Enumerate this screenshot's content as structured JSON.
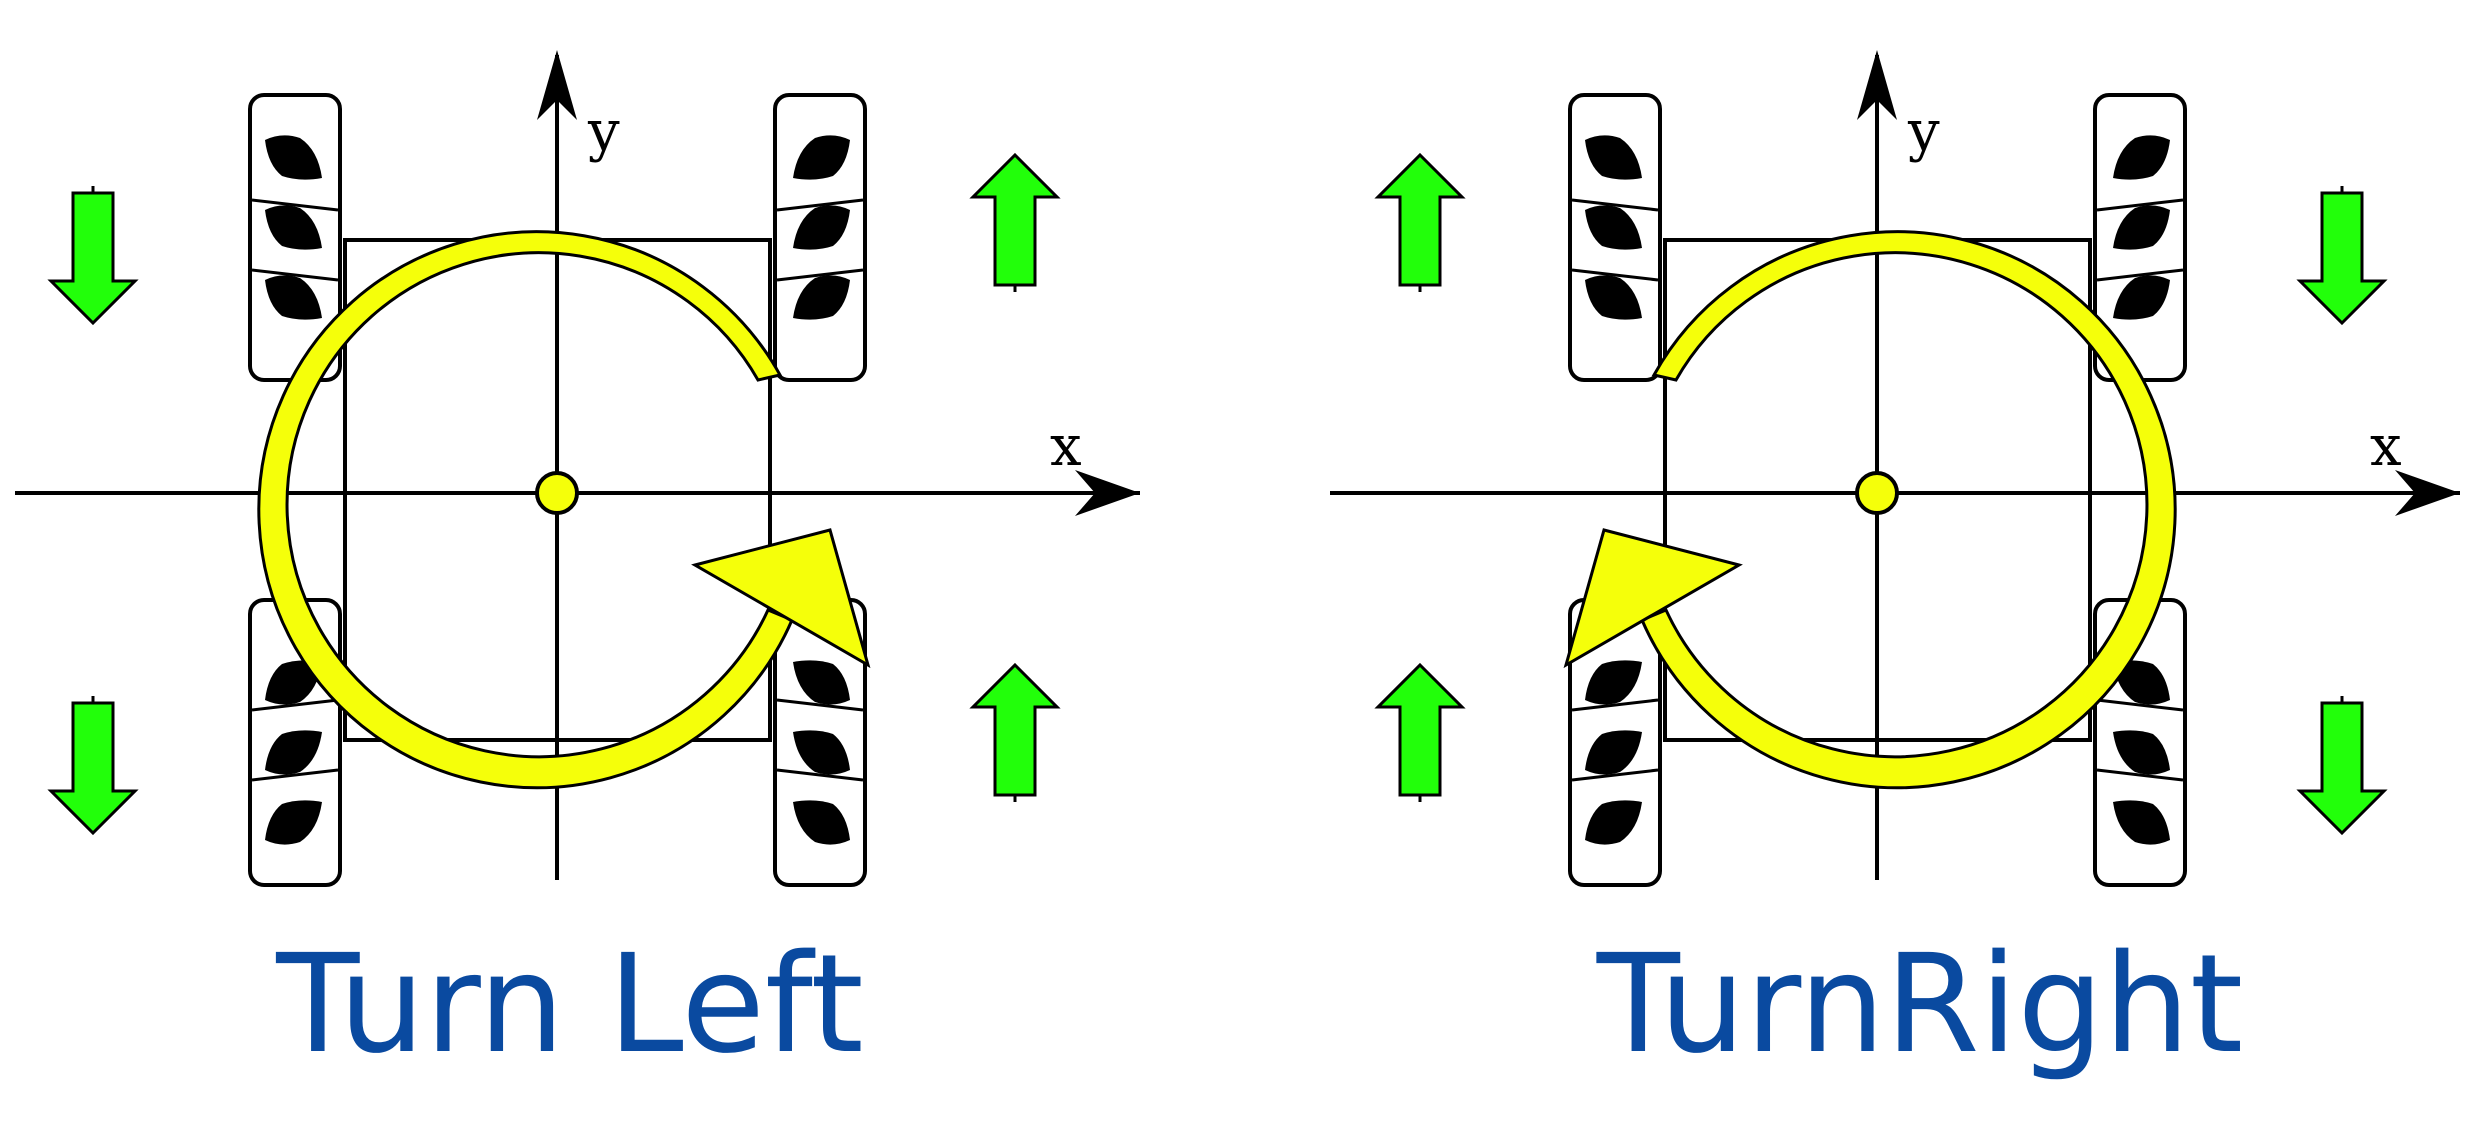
{
  "diagrams": [
    {
      "id": "turn-left",
      "caption": "Turn Left",
      "x_axis_label": "x",
      "y_axis_label": "y",
      "rotation": "counterclockwise",
      "wheel_arrows": {
        "front_left": "down",
        "rear_left": "down",
        "front_right": "up",
        "rear_right": "up"
      }
    },
    {
      "id": "turn-right",
      "caption": "TurnRight",
      "x_axis_label": "x",
      "y_axis_label": "y",
      "rotation": "clockwise",
      "wheel_arrows": {
        "front_left": "up",
        "rear_left": "up",
        "front_right": "down",
        "rear_right": "down"
      }
    }
  ],
  "colors": {
    "rotation_arrow": "#f5ff0a",
    "direction_arrow": "#22ff0a",
    "caption": "#0a4aa0",
    "outline": "#000000"
  }
}
